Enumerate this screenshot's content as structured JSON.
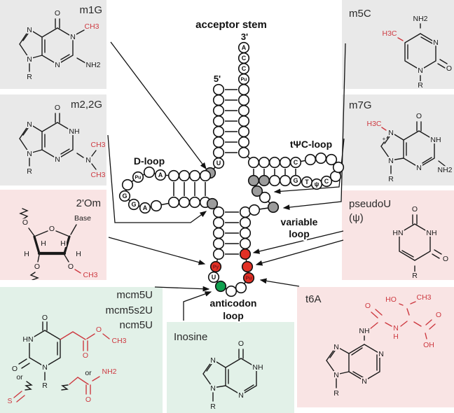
{
  "colors": {
    "panel_gray": "#e9e9e9",
    "panel_pink": "#f9e4e4",
    "panel_green": "#e2f1e8",
    "chem_red": "#cd3940",
    "circle_red": "#e23025",
    "circle_green": "#0fa04e",
    "circle_gray": "#9c9c9c"
  },
  "trna": {
    "acceptor_stem_label": "acceptor stem",
    "three_prime": "3'",
    "five_prime": "5'",
    "d_loop_label": "D-loop",
    "tpc_loop_label": "tΨC-loop",
    "variable_line1": "variable",
    "variable_line2": "loop",
    "anticodon_line1": "anticodon",
    "anticodon_line2": "loop",
    "residues": {
      "acc_a": "A",
      "acc_c1": "C",
      "acc_c2": "C",
      "acc_pu": "Pu",
      "u8": "U",
      "d_a1": "A",
      "d_pu": "Pu",
      "d_g1": "G",
      "d_g2": "G",
      "d_a2": "A",
      "ac_py": "Py",
      "ac_u": "U",
      "ac_pu": "Pu",
      "t_g": "G",
      "t_t": "T",
      "t_psi": "ψ",
      "t_c": "C",
      "t_c_top": "C"
    }
  },
  "panels": {
    "m1g": {
      "label": "m1G",
      "atoms": {
        "o": "O",
        "n1": "N",
        "n3": "N",
        "n7": "N",
        "n9": "N",
        "ch3": "CH3",
        "nh2": "NH2",
        "r": "R"
      }
    },
    "m22g": {
      "label": "m2,2G",
      "atoms": {
        "o": "O",
        "nh": "NH",
        "n2": "N",
        "n3": "N",
        "n7": "N",
        "n9": "N",
        "ch3a": "CH3",
        "ch3b": "CH3",
        "r": "R"
      }
    },
    "om2": {
      "label": "2'Om",
      "atoms": {
        "o_ring": "O",
        "base": "Base",
        "h1": "H",
        "h2": "H",
        "h3": "H",
        "h4": "H",
        "o5": "O",
        "o3": "O",
        "o2": "O",
        "ch3": "CH3"
      }
    },
    "mcm5u": {
      "mods": [
        "mcm5U",
        "mcm5s2U",
        "ncm5U"
      ],
      "atoms": {
        "o4": "O",
        "hn": "HN",
        "o2": "O",
        "n1": "N",
        "r": "R",
        "oe": "O",
        "oc": "O",
        "ch3": "CH3",
        "or1": "or",
        "s": "S",
        "or2": "or",
        "oam": "O",
        "nh2": "NH2"
      }
    },
    "m5c": {
      "label": "m5C",
      "atoms": {
        "nh2": "NH2",
        "n3": "N",
        "o": "O",
        "n1": "N",
        "h3c": "H3C",
        "r": "R"
      }
    },
    "m7g": {
      "label": "m7G",
      "atoms": {
        "o": "O",
        "nh": "NH",
        "nh2": "NH2",
        "n3": "N",
        "n7": "N",
        "plus": "+",
        "n9": "N",
        "h3c": "H3C",
        "r": "R"
      }
    },
    "pseudou": {
      "label": "pseudoU",
      "label2": "(ψ)",
      "atoms": {
        "o2": "O",
        "hn": "HN",
        "nh": "NH",
        "o4": "O",
        "r": "R"
      }
    },
    "t6a": {
      "label": "t6A",
      "atoms": {
        "nh": "NH",
        "o_carb": "O",
        "n": "N",
        "h": "H",
        "ho": "HO",
        "ch3": "CH3",
        "o_acid": "O",
        "oh": "OH",
        "n1": "N",
        "n3": "N",
        "n7": "N",
        "n9": "N",
        "r": "R"
      }
    },
    "inosine": {
      "label": "Inosine",
      "atoms": {
        "o": "O",
        "nh": "NH",
        "n3": "N",
        "n7": "N",
        "n9": "N",
        "r": "R"
      }
    }
  }
}
